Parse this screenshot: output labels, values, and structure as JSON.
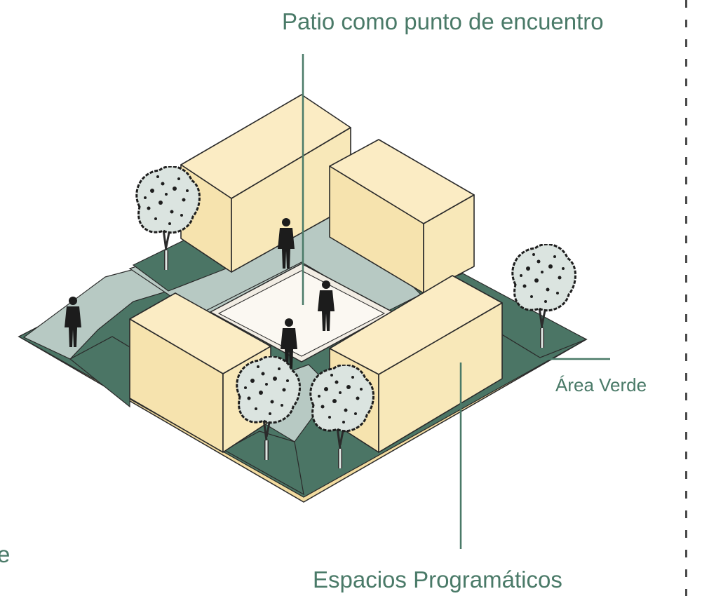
{
  "labels": {
    "patio": "Patio como punto de encuentro",
    "area_verde": "Área Verde",
    "espacios": "Espacios Programáticos",
    "partial_left": "e"
  },
  "colors": {
    "accent_text": "#4a7a68",
    "building_top": "#fbecc4",
    "building_side": "#f6e3ae",
    "green_area": "#4b7565",
    "path": "#b7c9c3",
    "patio_floor": "#fbf8f2",
    "base_edge": "#f3dca0"
  },
  "icons": [
    "tree-icon",
    "person-icon"
  ]
}
